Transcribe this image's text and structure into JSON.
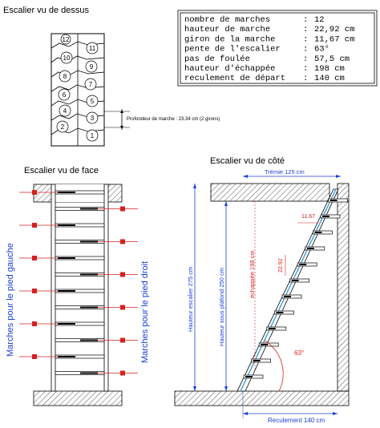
{
  "top_view": {
    "title": "Escalier vu de dessus",
    "steps": [
      "1",
      "2",
      "3",
      "4",
      "5",
      "6",
      "7",
      "8",
      "9",
      "10",
      "11",
      "12"
    ],
    "depth_label": "Profondeur de marche : 23.34 cm (2 girons)"
  },
  "specs": {
    "rows": [
      {
        "label": "nombre de marches",
        "value": "12"
      },
      {
        "label": "hauteur de marche",
        "value": "22,92 cm"
      },
      {
        "label": "giron de la marche",
        "value": "11,67 cm"
      },
      {
        "label": "pente de l'escalier",
        "value": "63°"
      },
      {
        "label": "pas de foulée",
        "value": "57,5 cm"
      },
      {
        "label": "hauteur d'échappée",
        "value": "198 cm"
      },
      {
        "label": "reculement de départ",
        "value": "140 cm"
      }
    ],
    "separator": ":"
  },
  "front_view": {
    "title": "Escalier vu de face",
    "left_label": "Marches pour le pied gauche",
    "right_label": "Marches pour le pied droit"
  },
  "side_view": {
    "title": "Escalier vu de côté",
    "tremie": "Trémie 125  cm",
    "total_height": "Hauteur escalier 275 cm",
    "ceiling_height": "Hauteur sous plafond 250 cm",
    "headroom": "échappée 198 cm",
    "giron": "11.67",
    "riser": "22.92",
    "angle": "63°",
    "reculement": "Reculement 140 cm"
  },
  "colors": {
    "dimension": "#1a3fd6",
    "marker": "#d62020",
    "hatch": "#555555",
    "stair_line": "#3aa0d8"
  }
}
